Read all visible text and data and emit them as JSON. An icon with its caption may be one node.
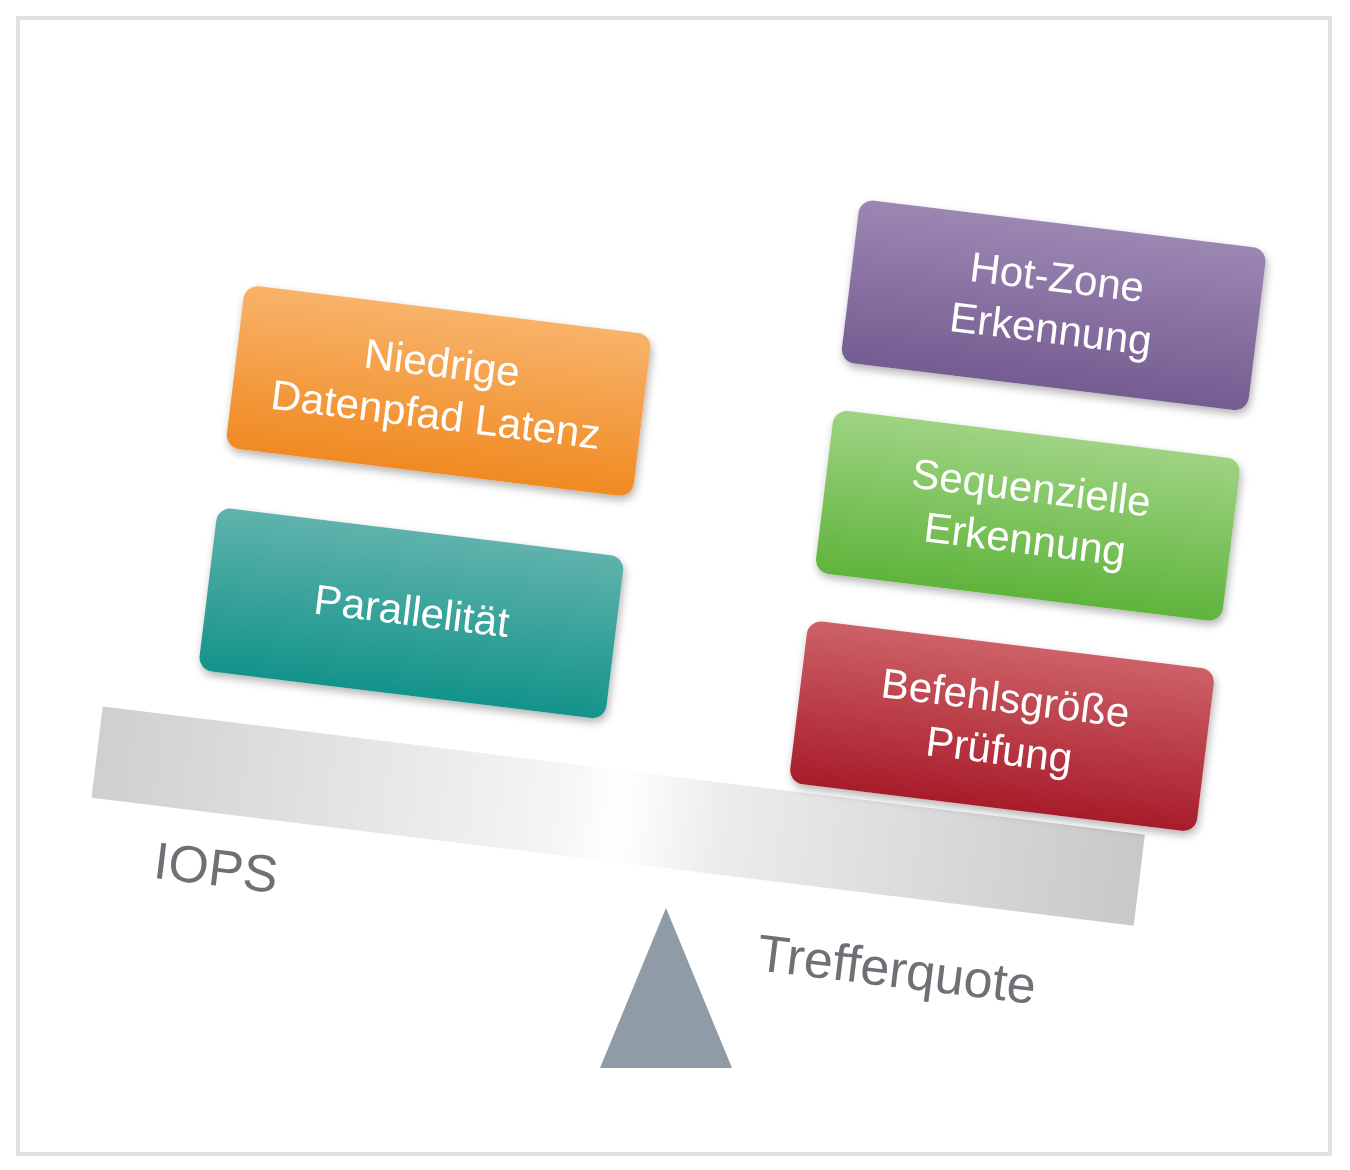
{
  "diagram": {
    "nodes": [
      {
        "text": [
          "Hot-Zone Erkennung"
        ]
      },
      {
        "text": [
          "Niedrige Datenpfad Latenz"
        ]
      },
      {
        "text": [
          "Sequenzielle Erkennung"
        ]
      },
      {
        "text": [
          "Parallelität"
        ]
      },
      {
        "text": [
          "Befehlsgröße Prüfung"
        ]
      }
    ],
    "labels": [
      "IOPS",
      "Trefferquote"
    ]
  }
}
